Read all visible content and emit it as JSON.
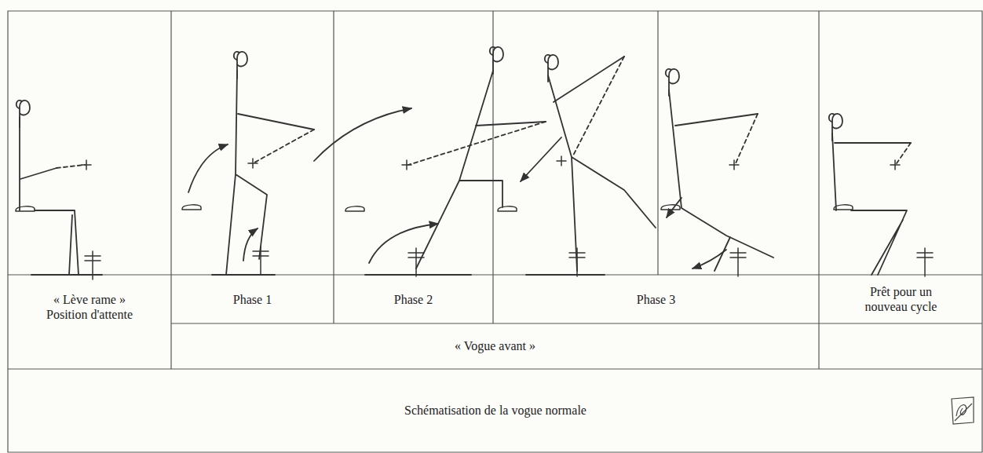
{
  "diagram": {
    "caption": "Schématisation de la vogue normale",
    "nodes": [
      {
        "text": [
          "« Lève rame »",
          "Position d'attente"
        ]
      },
      {
        "text": [
          "Phase 1"
        ]
      },
      {
        "text": [
          "Phase 2"
        ]
      },
      {
        "text": [
          "Phase 3"
        ]
      },
      {
        "text": [
          "Prêt pour un nouveau cycle"
        ]
      },
      {
        "text": [
          "« Vogue avant »"
        ]
      }
    ]
  }
}
